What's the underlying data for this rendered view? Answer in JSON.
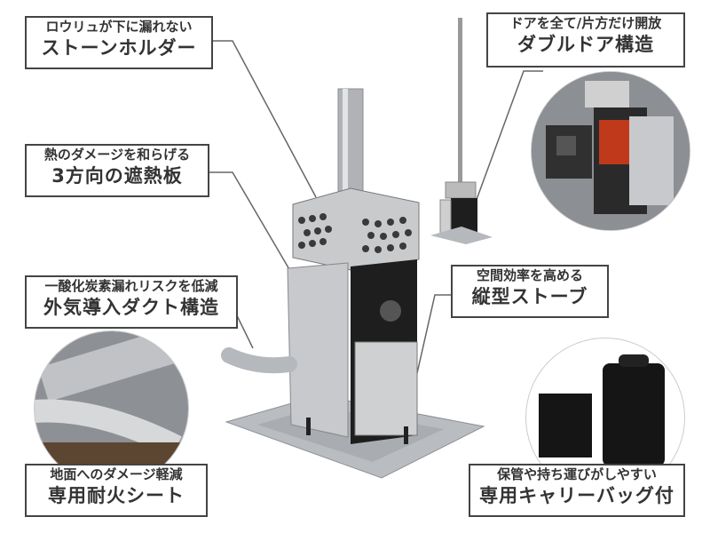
{
  "callouts": {
    "stone_holder": {
      "line1": "ロウリュが下に漏れない",
      "line2": "ストーンホルダー"
    },
    "heat_shield": {
      "line1": "熱のダメージを和らげる",
      "line2": "3方向の遮熱板"
    },
    "intake_duct": {
      "line1": "一酸化炭素漏れリスクを低減",
      "line2": "外気導入ダクト構造"
    },
    "fire_sheet": {
      "line1": "地面へのダメージ軽減",
      "line2": "専用耐火シート"
    },
    "double_door": {
      "line1": "ドアを全て/片方だけ開放",
      "line2": "ダブルドア構造"
    },
    "vertical_stove": {
      "line1": "空間効率を高める",
      "line2": "縦型ストーブ"
    },
    "carry_bag": {
      "line1": "保管や持ち運びがしやすい",
      "line2": "専用キャリーバッグ付"
    }
  },
  "colors": {
    "border": "#444444",
    "text": "#333333",
    "steel": "#c8c8c8",
    "black_body": "#1e1e1e"
  },
  "icons": {
    "stove": "wood-stove-illustration",
    "logo": "rabbit-logo-mark"
  }
}
